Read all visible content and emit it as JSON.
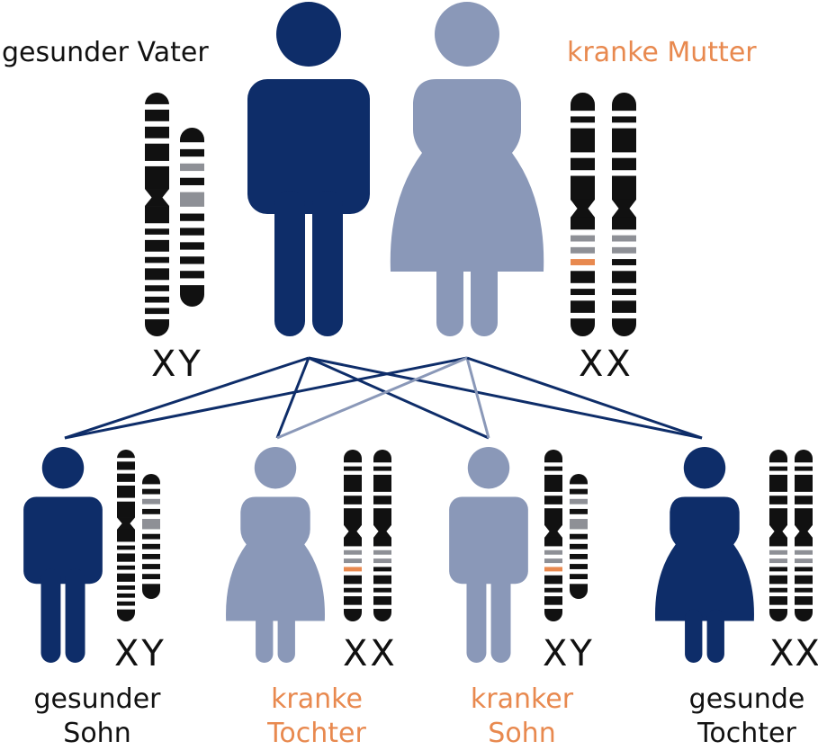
{
  "colors": {
    "dark": "#0e2d69",
    "light": "#8a98b8",
    "accent": "#e8894f",
    "chromosome": "#111111",
    "band_gray": "#8e9096",
    "text": "#111111"
  },
  "parents": {
    "father": {
      "label": "gesunder Vater",
      "genotype": "XY",
      "figure_icon": "male-figure-icon",
      "status": "healthy"
    },
    "mother": {
      "label": "kranke Mutter",
      "genotype": "XX",
      "figure_icon": "female-figure-icon",
      "status": "affected"
    }
  },
  "children": [
    {
      "line1": "gesunder",
      "line2": "Sohn",
      "genotype": "XY",
      "sex": "male",
      "status": "healthy"
    },
    {
      "line1": "kranke",
      "line2": "Tochter",
      "genotype": "XX",
      "sex": "female",
      "status": "affected"
    },
    {
      "line1": "kranker",
      "line2": "Sohn",
      "genotype": "XY",
      "sex": "male",
      "status": "affected"
    },
    {
      "line1": "gesunde",
      "line2": "Tochter",
      "genotype": "XX",
      "sex": "female",
      "status": "healthy"
    }
  ]
}
